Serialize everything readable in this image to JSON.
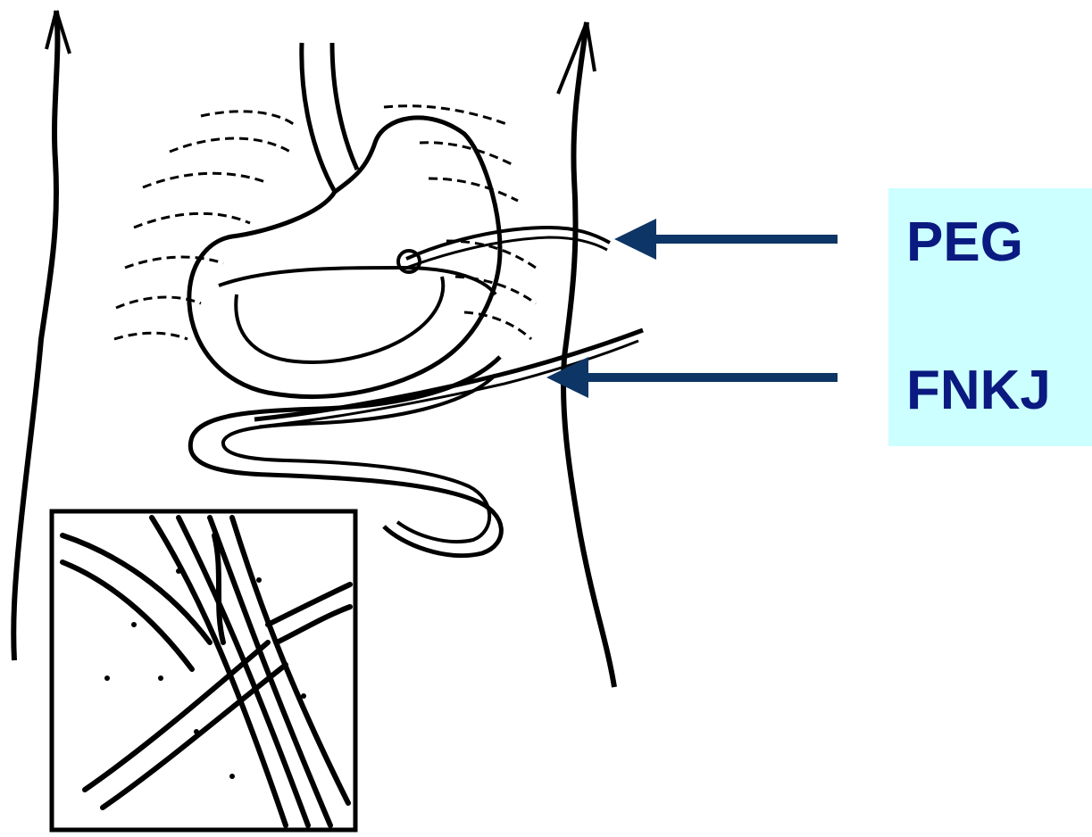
{
  "labels": {
    "peg": "PEG",
    "fnkj": "FNKJ"
  },
  "colors": {
    "label_text": "#0a1a80",
    "label_box_bg": "#ccffff",
    "arrow": "#0d3565",
    "line_art": "#000000"
  },
  "icons": {
    "peg_arrow": "left-arrow",
    "fnkj_arrow": "left-arrow"
  }
}
